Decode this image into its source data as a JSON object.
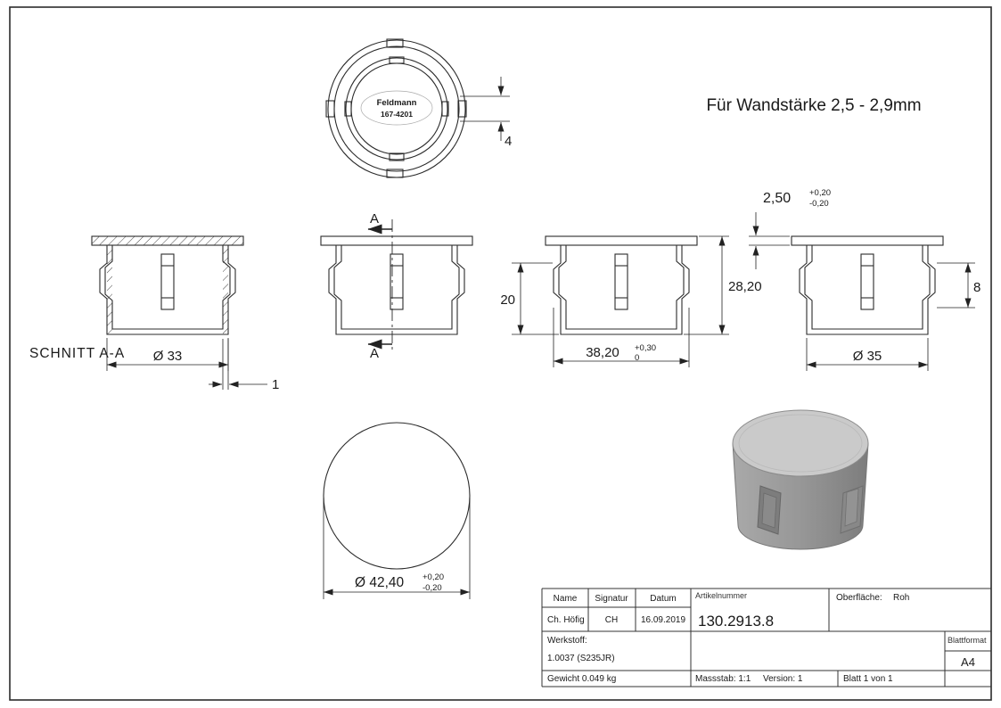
{
  "meta": {
    "note": "Für Wandstärke 2,5 - 2,9mm"
  },
  "top_view": {
    "logo_line1": "Feldmann",
    "logo_line2": "167-4201",
    "dim_tab": "4"
  },
  "section": {
    "label": "SCHNITT A-A",
    "cut_mark_top": "A",
    "cut_mark_bottom": "A"
  },
  "dims": {
    "dia33": "Ø 33",
    "wall1": "1",
    "height20": "20",
    "height2820": "28,20",
    "width3820": "38,20",
    "width3820_tol_plus": "+0,30",
    "width3820_tol_minus": "0",
    "flange250": "2,50",
    "flange250_tol_plus": "+0,20",
    "flange250_tol_minus": "-0,20",
    "dia35": "Ø 35",
    "tab8": "8",
    "dia4240": "Ø 42,40",
    "dia4240_tol_plus": "+0,20",
    "dia4240_tol_minus": "-0,20"
  },
  "titleblock": {
    "col_name": "Name",
    "col_signatur": "Signatur",
    "col_datum": "Datum",
    "name": "Ch. Höfig",
    "signatur": "CH",
    "datum": "16.09.2019",
    "artikelnummer_label": "Artikelnummer",
    "artikelnummer": "130.2913.8",
    "oberflaeche_label": "Oberfläche:",
    "oberflaeche_value": "Roh",
    "werkstoff_label": "Werkstoff:",
    "werkstoff_value": "1.0037 (S235JR)",
    "gewicht": "Gewicht 0.049 kg",
    "massstab": "Massstab: 1:1",
    "version": "Version: 1",
    "blatt": "Blatt 1 von 1",
    "blattformat_label": "Blattformat",
    "blattformat_value": "A4"
  }
}
